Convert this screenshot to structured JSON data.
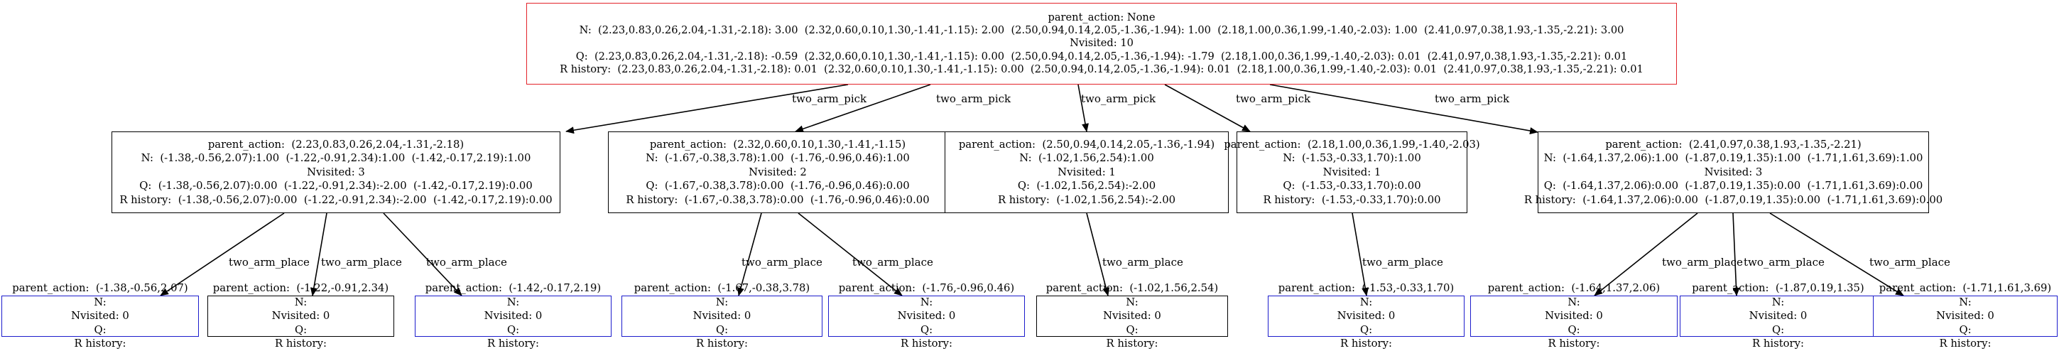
{
  "tree": {
    "nodes": [
      {
        "id": "root",
        "kind": "root",
        "lines": [
          "parent_action: None",
          "N:  (2.23,0.83,0.26,2.04,-1.31,-2.18): 3.00  (2.32,0.60,0.10,1.30,-1.41,-1.15): 2.00  (2.50,0.94,0.14,2.05,-1.36,-1.94): 1.00  (2.18,1.00,0.36,1.99,-1.40,-2.03): 1.00  (2.41,0.97,0.38,1.93,-1.35,-2.21): 3.00",
          "Nvisited: 10",
          "Q:  (2.23,0.83,0.26,2.04,-1.31,-2.18): -0.59  (2.32,0.60,0.10,1.30,-1.41,-1.15): 0.00  (2.50,0.94,0.14,2.05,-1.36,-1.94): -1.79  (2.18,1.00,0.36,1.99,-1.40,-2.03): 0.01  (2.41,0.97,0.38,1.93,-1.35,-2.21): 0.01",
          "R history:  (2.23,0.83,0.26,2.04,-1.31,-2.18): 0.01  (2.32,0.60,0.10,1.30,-1.41,-1.15): 0.00  (2.50,0.94,0.14,2.05,-1.36,-1.94): 0.01  (2.18,1.00,0.36,1.99,-1.40,-2.03): 0.01  (2.41,0.97,0.38,1.93,-1.35,-2.21): 0.01"
        ]
      },
      {
        "id": "m1",
        "kind": "mid",
        "lines": [
          "parent_action:  (2.23,0.83,0.26,2.04,-1.31,-2.18)",
          "N:  (-1.38,-0.56,2.07):1.00  (-1.22,-0.91,2.34):1.00  (-1.42,-0.17,2.19):1.00",
          "Nvisited: 3",
          "Q:  (-1.38,-0.56,2.07):0.00  (-1.22,-0.91,2.34):-2.00  (-1.42,-0.17,2.19):0.00",
          "R history:  (-1.38,-0.56,2.07):0.00  (-1.22,-0.91,2.34):-2.00  (-1.42,-0.17,2.19):0.00"
        ]
      },
      {
        "id": "m2",
        "kind": "mid",
        "lines": [
          "parent_action:  (2.32,0.60,0.10,1.30,-1.41,-1.15)",
          "N:  (-1.67,-0.38,3.78):1.00  (-1.76,-0.96,0.46):1.00",
          "Nvisited: 2",
          "Q:  (-1.67,-0.38,3.78):0.00  (-1.76,-0.96,0.46):0.00",
          "R history:  (-1.67,-0.38,3.78):0.00  (-1.76,-0.96,0.46):0.00"
        ]
      },
      {
        "id": "m3",
        "kind": "mid",
        "lines": [
          "parent_action:  (2.50,0.94,0.14,2.05,-1.36,-1.94)",
          "N:  (-1.02,1.56,2.54):1.00",
          "Nvisited: 1",
          "Q:  (-1.02,1.56,2.54):-2.00",
          "R history:  (-1.02,1.56,2.54):-2.00"
        ]
      },
      {
        "id": "m4",
        "kind": "mid",
        "lines": [
          "parent_action:  (2.18,1.00,0.36,1.99,-1.40,-2.03)",
          "N:  (-1.53,-0.33,1.70):1.00",
          "Nvisited: 1",
          "Q:  (-1.53,-0.33,1.70):0.00",
          "R history:  (-1.53,-0.33,1.70):0.00"
        ]
      },
      {
        "id": "m5",
        "kind": "mid",
        "lines": [
          "parent_action:  (2.41,0.97,0.38,1.93,-1.35,-2.21)",
          "N:  (-1.64,1.37,2.06):1.00  (-1.87,0.19,1.35):1.00  (-1.71,1.61,3.69):1.00",
          "Nvisited: 3",
          "Q:  (-1.64,1.37,2.06):0.00  (-1.87,0.19,1.35):0.00  (-1.71,1.61,3.69):0.00",
          "R history:  (-1.64,1.37,2.06):0.00  (-1.87,0.19,1.35):0.00  (-1.71,1.61,3.69):0.00"
        ]
      },
      {
        "id": "l1",
        "kind": "leaf",
        "lines": [
          "parent_action:  (-1.38,-0.56,2.07)",
          "N:",
          "Nvisited: 0",
          "Q:",
          "R history:"
        ]
      },
      {
        "id": "l2",
        "kind": "mid",
        "lines": [
          "parent_action:  (-1.22,-0.91,2.34)",
          "N:",
          "Nvisited: 0",
          "Q:",
          "R history:"
        ]
      },
      {
        "id": "l3",
        "kind": "leaf",
        "lines": [
          "parent_action:  (-1.42,-0.17,2.19)",
          "N:",
          "Nvisited: 0",
          "Q:",
          "R history:"
        ]
      },
      {
        "id": "l4",
        "kind": "leaf",
        "lines": [
          "parent_action:  (-1.67,-0.38,3.78)",
          "N:",
          "Nvisited: 0",
          "Q:",
          "R history:"
        ]
      },
      {
        "id": "l5",
        "kind": "leaf",
        "lines": [
          "parent_action:  (-1.76,-0.96,0.46)",
          "N:",
          "Nvisited: 0",
          "Q:",
          "R history:"
        ]
      },
      {
        "id": "l6",
        "kind": "mid",
        "lines": [
          "parent_action:  (-1.02,1.56,2.54)",
          "N:",
          "Nvisited: 0",
          "Q:",
          "R history:"
        ]
      },
      {
        "id": "l7",
        "kind": "leaf",
        "lines": [
          "parent_action:  (-1.53,-0.33,1.70)",
          "N:",
          "Nvisited: 0",
          "Q:",
          "R history:"
        ]
      },
      {
        "id": "l8",
        "kind": "leaf",
        "lines": [
          "parent_action:  (-1.64,1.37,2.06)",
          "N:",
          "Nvisited: 0",
          "Q:",
          "R history:"
        ]
      },
      {
        "id": "l9",
        "kind": "leaf",
        "lines": [
          "parent_action:  (-1.87,0.19,1.35)",
          "N:",
          "Nvisited: 0",
          "Q:",
          "R history:"
        ]
      },
      {
        "id": "l10",
        "kind": "leaf",
        "lines": [
          "parent_action:  (-1.71,1.61,3.69)",
          "N:",
          "Nvisited: 0",
          "Q:",
          "R history:"
        ]
      }
    ],
    "edges": [
      {
        "from": "root",
        "to": "m1",
        "label": "two_arm_pick"
      },
      {
        "from": "root",
        "to": "m2",
        "label": "two_arm_pick"
      },
      {
        "from": "root",
        "to": "m3",
        "label": "two_arm_pick"
      },
      {
        "from": "root",
        "to": "m4",
        "label": "two_arm_pick"
      },
      {
        "from": "root",
        "to": "m5",
        "label": "two_arm_pick"
      },
      {
        "from": "m1",
        "to": "l1",
        "label": "two_arm_place"
      },
      {
        "from": "m1",
        "to": "l2",
        "label": "two_arm_place"
      },
      {
        "from": "m1",
        "to": "l3",
        "label": "two_arm_place"
      },
      {
        "from": "m2",
        "to": "l4",
        "label": "two_arm_place"
      },
      {
        "from": "m2",
        "to": "l5",
        "label": "two_arm_place"
      },
      {
        "from": "m3",
        "to": "l6",
        "label": "two_arm_place"
      },
      {
        "from": "m4",
        "to": "l7",
        "label": "two_arm_place"
      },
      {
        "from": "m5",
        "to": "l8",
        "label": "two_arm_place"
      },
      {
        "from": "m5",
        "to": "l9",
        "label": "two_arm_place"
      },
      {
        "from": "m5",
        "to": "l10",
        "label": "two_arm_place"
      }
    ],
    "colors": {
      "root_border": "#e3232a",
      "leaf_border": "#1c1ccc",
      "node_border": "#000000",
      "edge": "#000000"
    }
  }
}
